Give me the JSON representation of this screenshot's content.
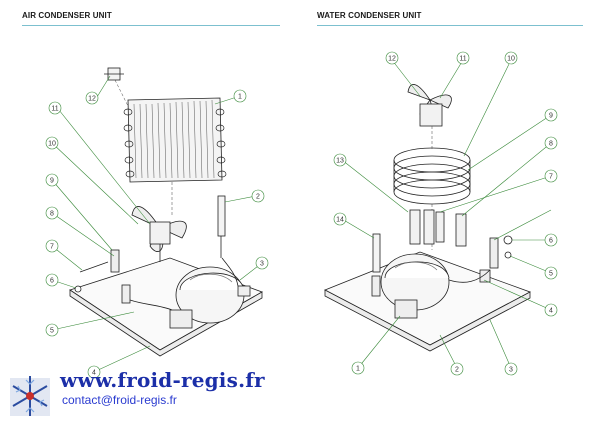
{
  "left_panel": {
    "title": "AIR CONDENSER UNIT",
    "callouts": [
      "1",
      "2",
      "3",
      "4",
      "5",
      "6",
      "7",
      "8",
      "9",
      "10",
      "11",
      "12"
    ]
  },
  "right_panel": {
    "title": "WATER CONDENSER UNIT",
    "callouts": [
      "1",
      "2",
      "3",
      "4",
      "5",
      "6",
      "7",
      "8",
      "9",
      "10",
      "11",
      "12",
      "13",
      "14"
    ]
  },
  "footer": {
    "website": "www.froid-regis.fr",
    "email": "contact@froid-regis.fr"
  },
  "colors": {
    "rule": "#7cc0cf",
    "callout_line": "#3a8a3a",
    "link_blue": "#1c2fa8",
    "drawing_stroke": "#222222"
  },
  "icons": {
    "logo": "snowflake-logo-icon"
  }
}
